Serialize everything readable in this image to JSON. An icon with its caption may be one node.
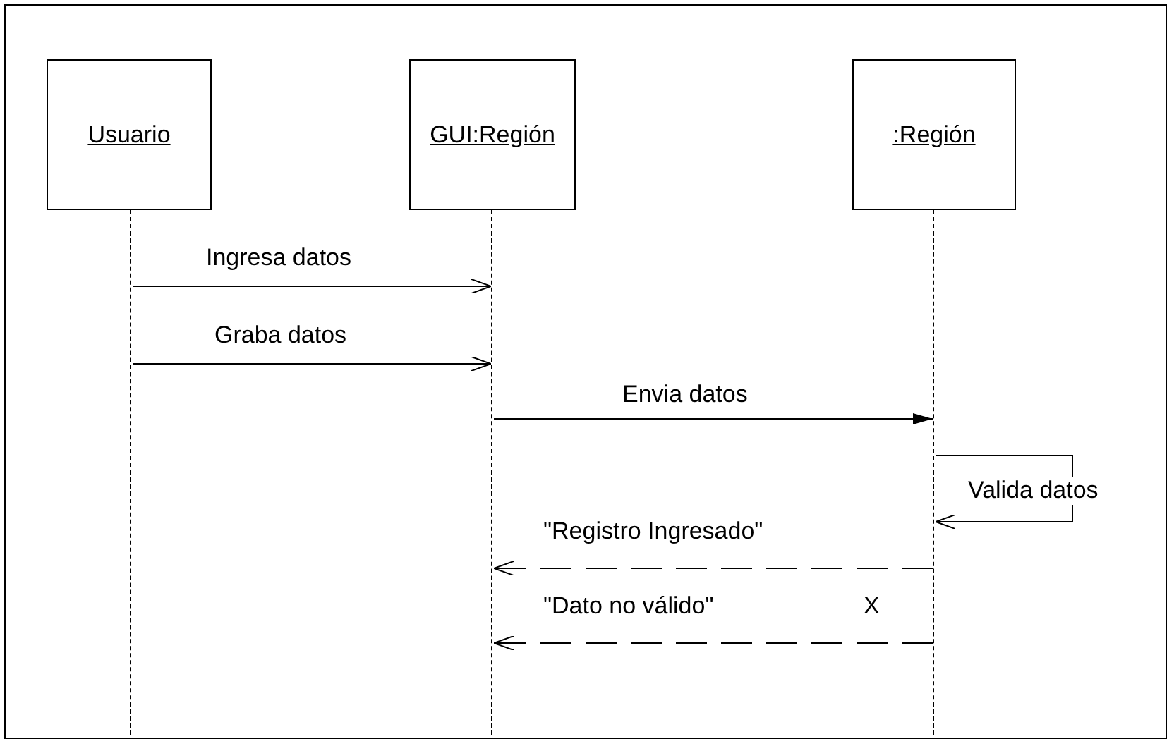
{
  "diagram": {
    "nodes": [
      {
        "text": [
          "Usuario"
        ]
      },
      {
        "text": [
          "GUI:Región"
        ]
      },
      {
        "text": [
          ":Región"
        ]
      },
      {
        "text": [],
        "shape": "line"
      },
      {
        "text": [],
        "shape": "line"
      },
      {
        "text": [],
        "shape": "line"
      }
    ],
    "edges": [
      {
        "from": 3,
        "to": 4,
        "arrow": "to",
        "label": "Ingresa datos"
      },
      {
        "from": 3,
        "to": 4,
        "arrow": "to",
        "label": "Graba datos"
      },
      {
        "from": 4,
        "to": 5,
        "arrow": "to",
        "label": "Envia datos"
      },
      {
        "from": 5,
        "to": 5,
        "arrow": "to",
        "label": "Valida datos"
      },
      {
        "from": 5,
        "to": 4,
        "arrow": "to",
        "label": "\"Registro Ingresado\"",
        "style": "dashed"
      },
      {
        "from": 5,
        "to": 4,
        "arrow": "to",
        "label": "\"Dato no válido\"",
        "style": "dashed"
      }
    ],
    "labels": [
      "X"
    ]
  }
}
